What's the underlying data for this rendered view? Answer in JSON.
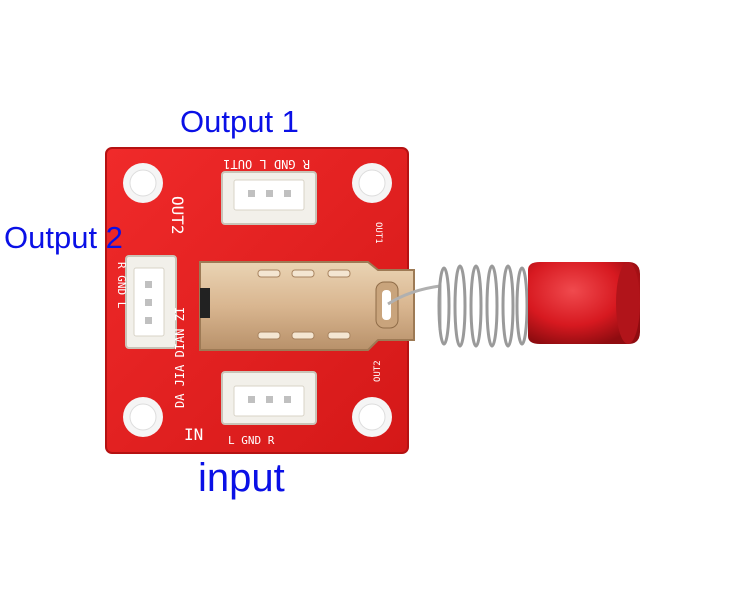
{
  "labels": {
    "output1": "Output 1",
    "output2": "Output 2",
    "input": "input"
  },
  "silkscreen": {
    "out1_header": "R GND L OUT1",
    "out2_vertical": "OUT2",
    "out2_pins": "R GND L",
    "side_text": "DA JIA DIAN ZI",
    "in_label": "IN",
    "in_pins": "L GND R",
    "out1_small": "OUT1",
    "out2_small": "OUT2"
  },
  "colors": {
    "board": "#e42020",
    "label_text": "#0a10e6",
    "button_cap": "#d71920",
    "connector": "#f2f0ea"
  }
}
